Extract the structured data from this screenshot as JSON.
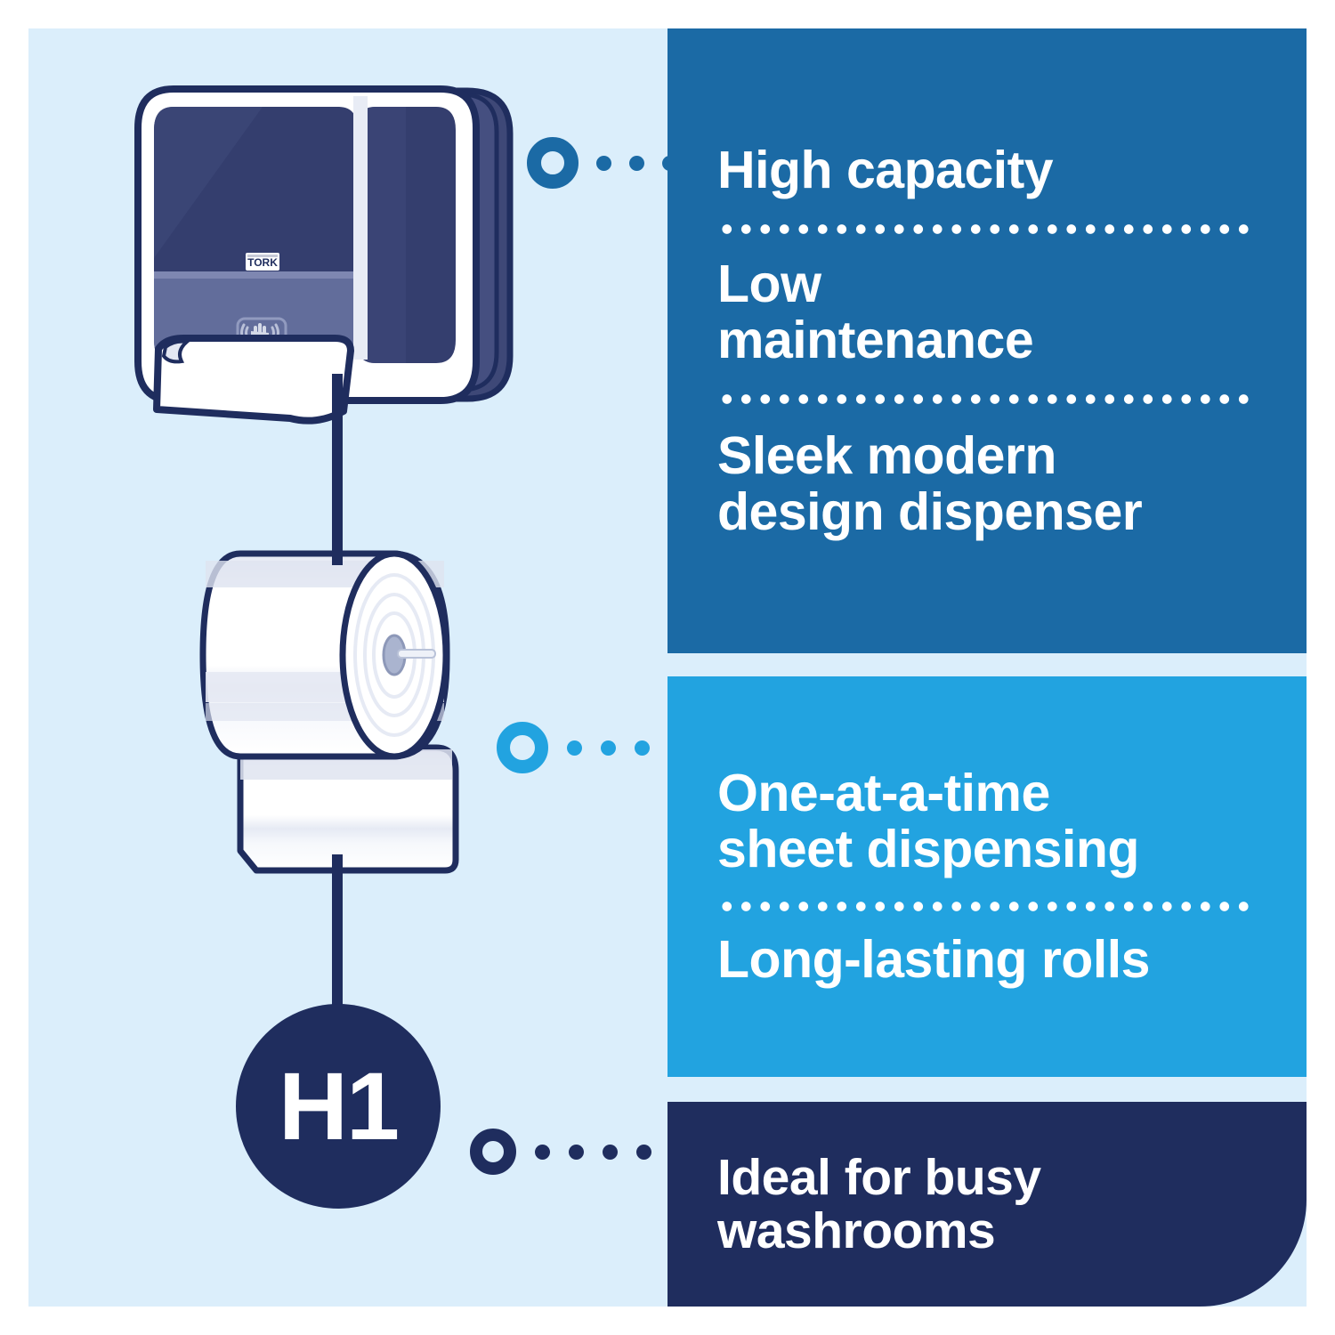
{
  "colors": {
    "canvas_bg": "#dbeefb",
    "panel_primary": "#1b6aa5",
    "panel_secondary": "#22a3e0",
    "panel_dark": "#1f2d5e",
    "text_on_panel": "#ffffff",
    "roll_white": "#ffffff"
  },
  "badge": {
    "code": "H1"
  },
  "product": {
    "brand_mark": "TORK",
    "sensor_label": "touch-free sensor"
  },
  "panels": [
    {
      "id": "panel-primary",
      "background": "#1b6aa5",
      "features": [
        {
          "text": "High capacity"
        },
        {
          "text": "Low\nmaintenance"
        },
        {
          "text": "Sleek modern\ndesign dispenser"
        }
      ]
    },
    {
      "id": "panel-secondary",
      "background": "#22a3e0",
      "features": [
        {
          "text": "One-at-a-time\nsheet dispensing"
        },
        {
          "text": "Long-lasting rolls"
        }
      ]
    },
    {
      "id": "panel-dark",
      "background": "#1f2d5e",
      "features": [
        {
          "text": "Ideal for busy\nwashrooms"
        }
      ]
    }
  ],
  "connectors": [
    {
      "id": "connector-dispenser",
      "color": "#1b6aa5",
      "dots": 4
    },
    {
      "id": "connector-roll",
      "color": "#22a3e0",
      "dots": 5
    },
    {
      "id": "connector-badge",
      "color": "#1f2d5e",
      "dots": 6
    }
  ]
}
